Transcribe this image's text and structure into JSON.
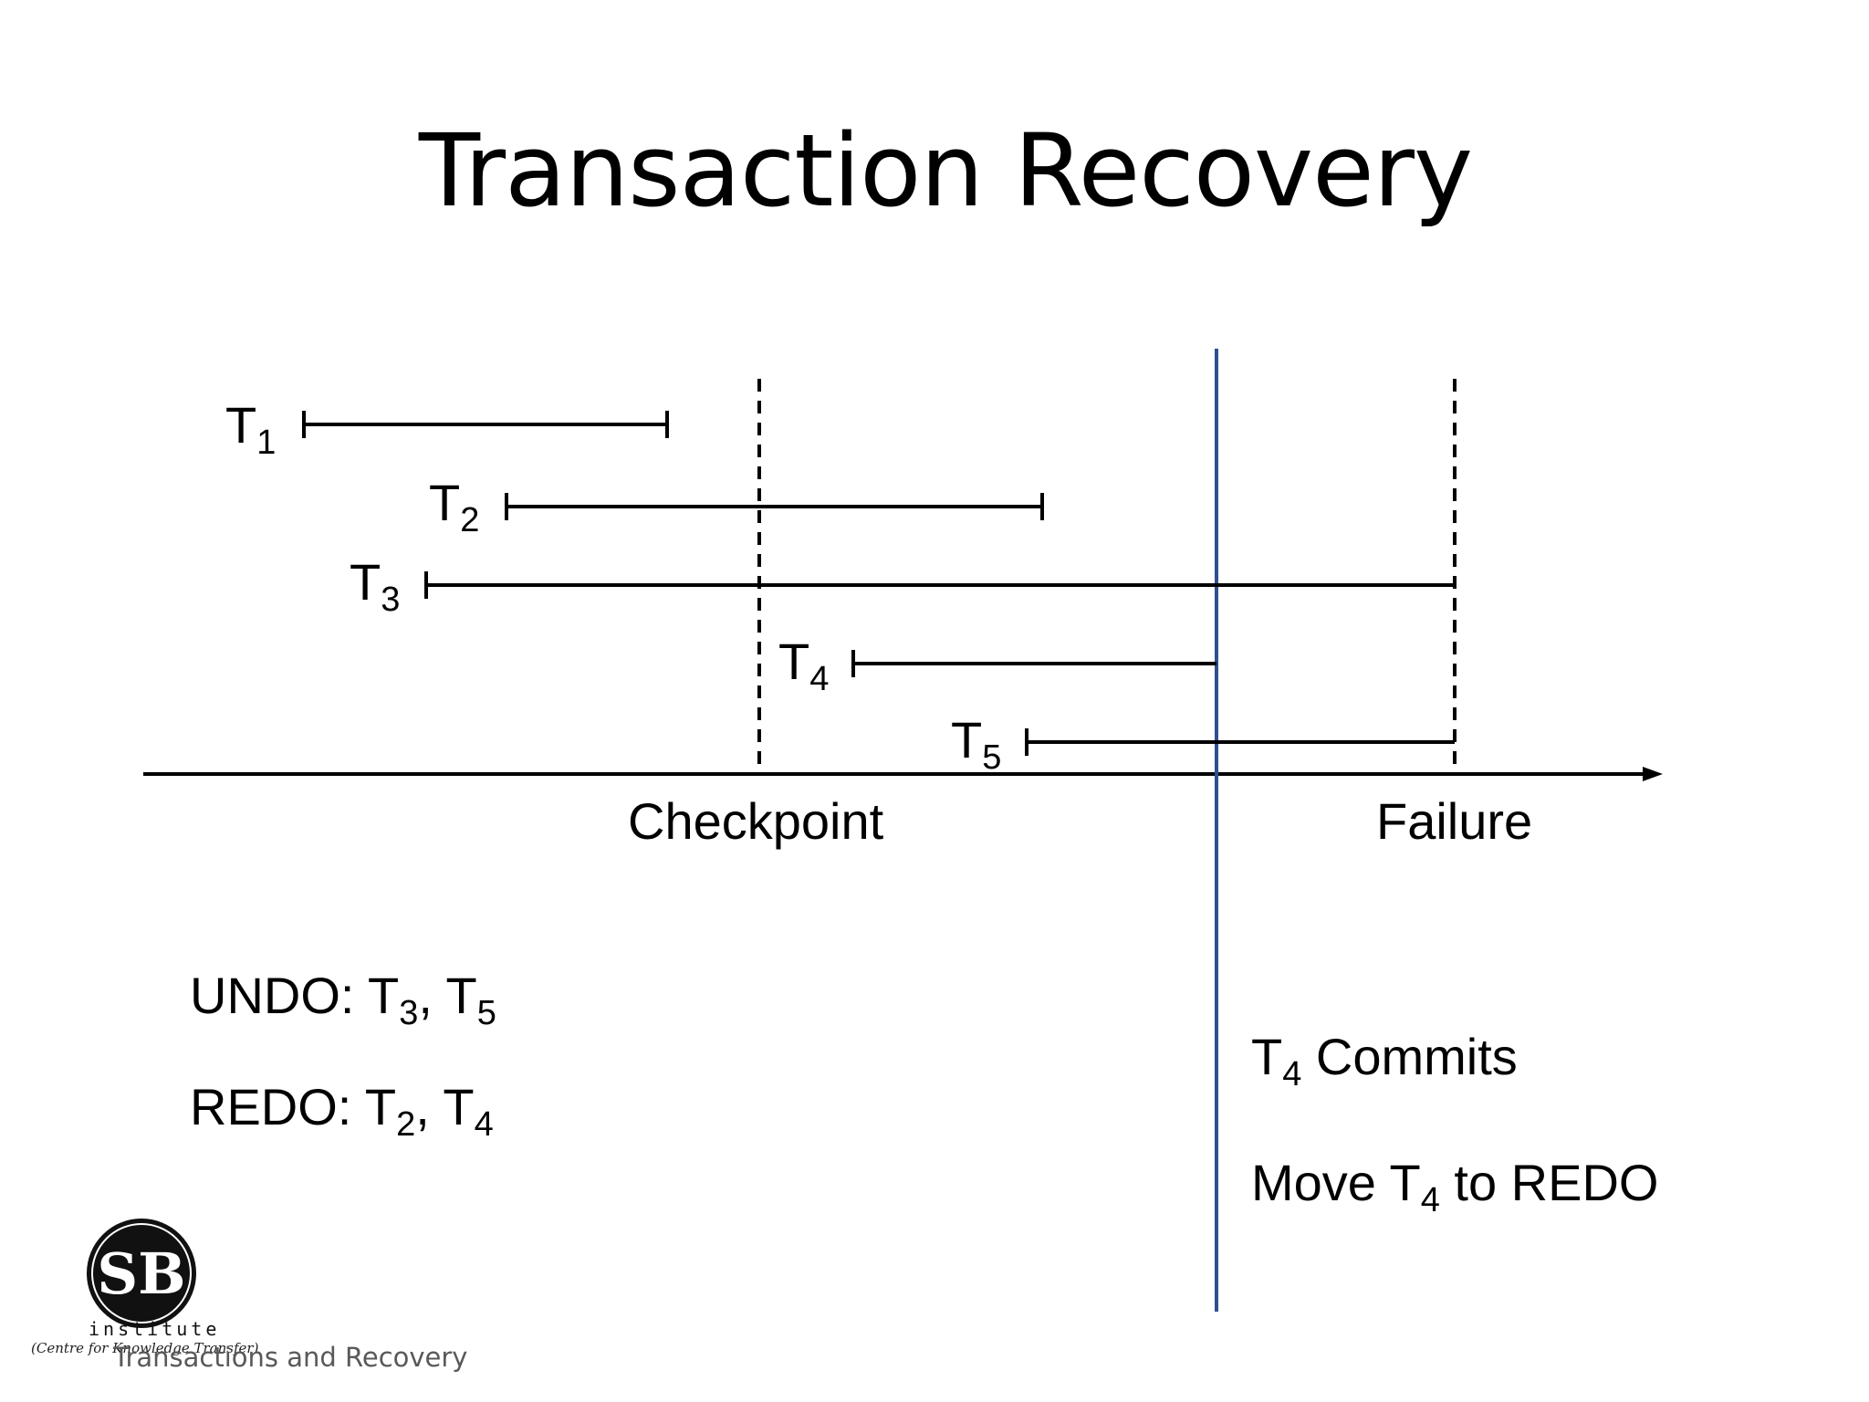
{
  "slide": {
    "title": "Transaction Recovery",
    "footer": "Transactions and Recovery"
  },
  "diagram": {
    "transactions": [
      {
        "name": "T",
        "sub": "1"
      },
      {
        "name": "T",
        "sub": "2"
      },
      {
        "name": "T",
        "sub": "3"
      },
      {
        "name": "T",
        "sub": "4"
      },
      {
        "name": "T",
        "sub": "5"
      }
    ],
    "checkpoint_label": "Checkpoint",
    "failure_label": "Failure",
    "commit_line_color": "#2f4f8f"
  },
  "undo": {
    "prefix": "UNDO: ",
    "t_a": "T",
    "s_a": "3",
    "sep": ", ",
    "t_b": "T",
    "s_b": "5"
  },
  "redo": {
    "prefix": "REDO: ",
    "t_a": "T",
    "s_a": "2",
    "sep": ", ",
    "t_b": "T",
    "s_b": "4"
  },
  "commit_note": {
    "t": "T",
    "s": "4",
    "rest": " Commits"
  },
  "move_note": {
    "pre": "Move ",
    "t": "T",
    "s": "4",
    "rest": " to REDO"
  },
  "logo": {
    "monogram": "SB",
    "word": "institute",
    "tagline": "(Centre for Knowledge Transfer)"
  }
}
